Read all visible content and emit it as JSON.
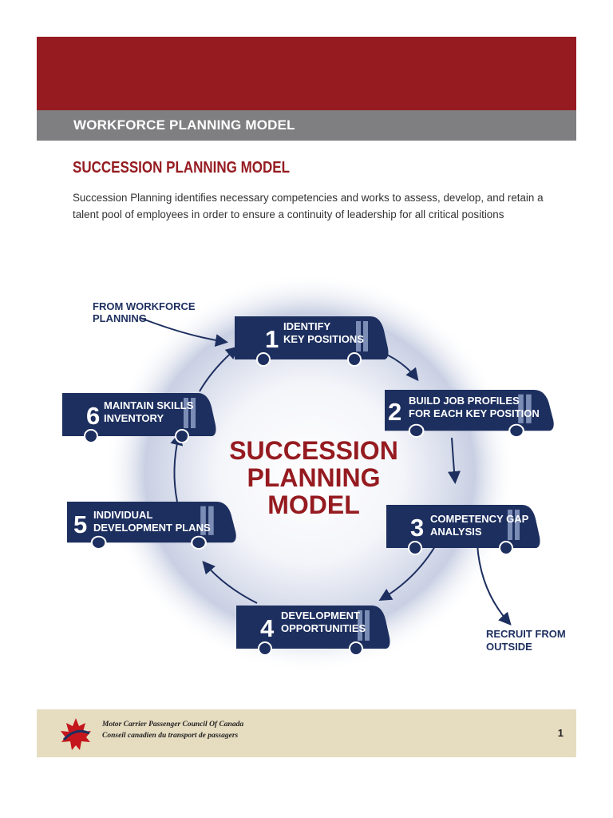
{
  "header": {
    "section_title": "WORKFORCE PLANNING MODEL"
  },
  "content": {
    "title": "SUCCESSION PLANNING MODEL",
    "intro": "Succession Planning identifies necessary competencies and works to assess, develop, and retain a talent pool of employees in order to ensure a continuity of leadership for all critical positions"
  },
  "diagram": {
    "center_lines": [
      "SUCCESSION",
      "PLANNING",
      "MODEL"
    ],
    "steps": [
      {
        "number": "1",
        "lines": [
          "IDENTIFY",
          "KEY POSITIONS"
        ]
      },
      {
        "number": "2",
        "lines": [
          "BUILD JOB PROFILES",
          "FOR EACH KEY POSITION"
        ]
      },
      {
        "number": "3",
        "lines": [
          "COMPETENCY GAP",
          "ANALYSIS"
        ]
      },
      {
        "number": "4",
        "lines": [
          "DEVELOPMENT",
          "OPPORTUNITIES"
        ]
      },
      {
        "number": "5",
        "lines": [
          "INDIVIDUAL",
          "DEVELOPMENT PLANS"
        ]
      },
      {
        "number": "6",
        "lines": [
          "MAINTAIN SKILLS",
          "INVENTORY"
        ]
      }
    ],
    "input_label": [
      "FROM WORKFORCE",
      "PLANNING"
    ],
    "output_label": [
      "RECRUIT FROM",
      "OUTSIDE"
    ],
    "colors": {
      "bus": "#1d2f5f",
      "accent": "#951b20",
      "glow": "#c9d0e3"
    }
  },
  "footer": {
    "org_en": "Motor Carrier Passenger Council Of Canada",
    "org_fr": "Conseil canadien du transport de passagers",
    "page_number": "1",
    "logo_icon": "maple-leaf-logo-icon"
  }
}
